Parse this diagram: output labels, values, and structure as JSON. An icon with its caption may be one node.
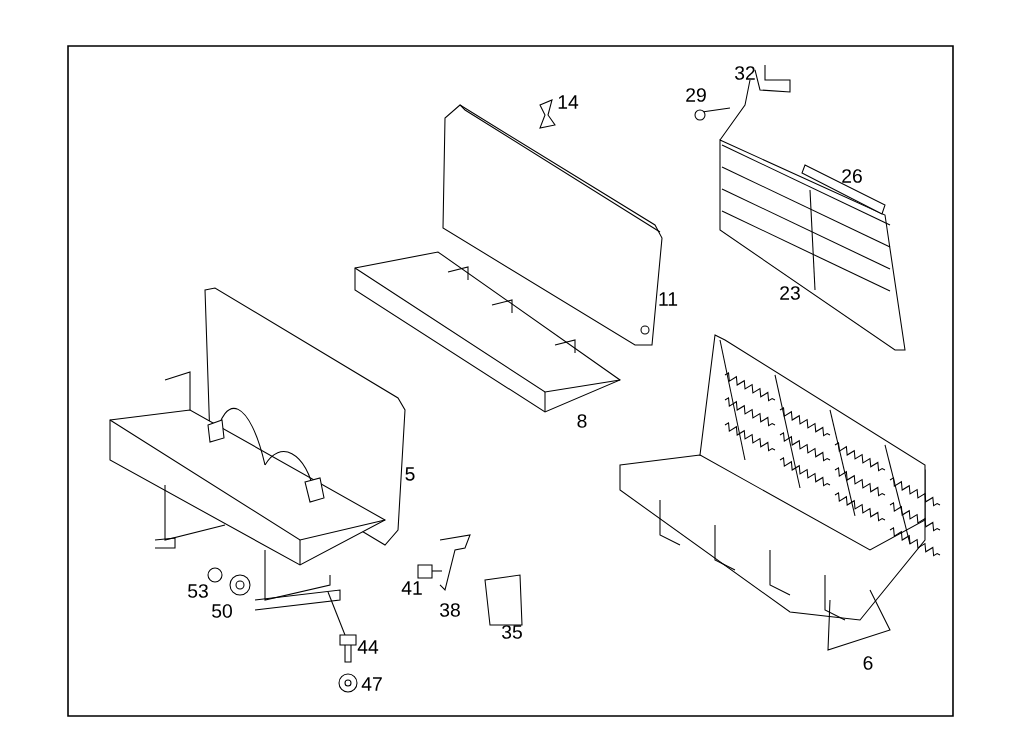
{
  "diagram": {
    "labels": [
      "32",
      "29",
      "14",
      "26",
      "11",
      "23",
      "8",
      "5",
      "53",
      "41",
      "50",
      "38",
      "35",
      "44",
      "6",
      "47"
    ]
  }
}
